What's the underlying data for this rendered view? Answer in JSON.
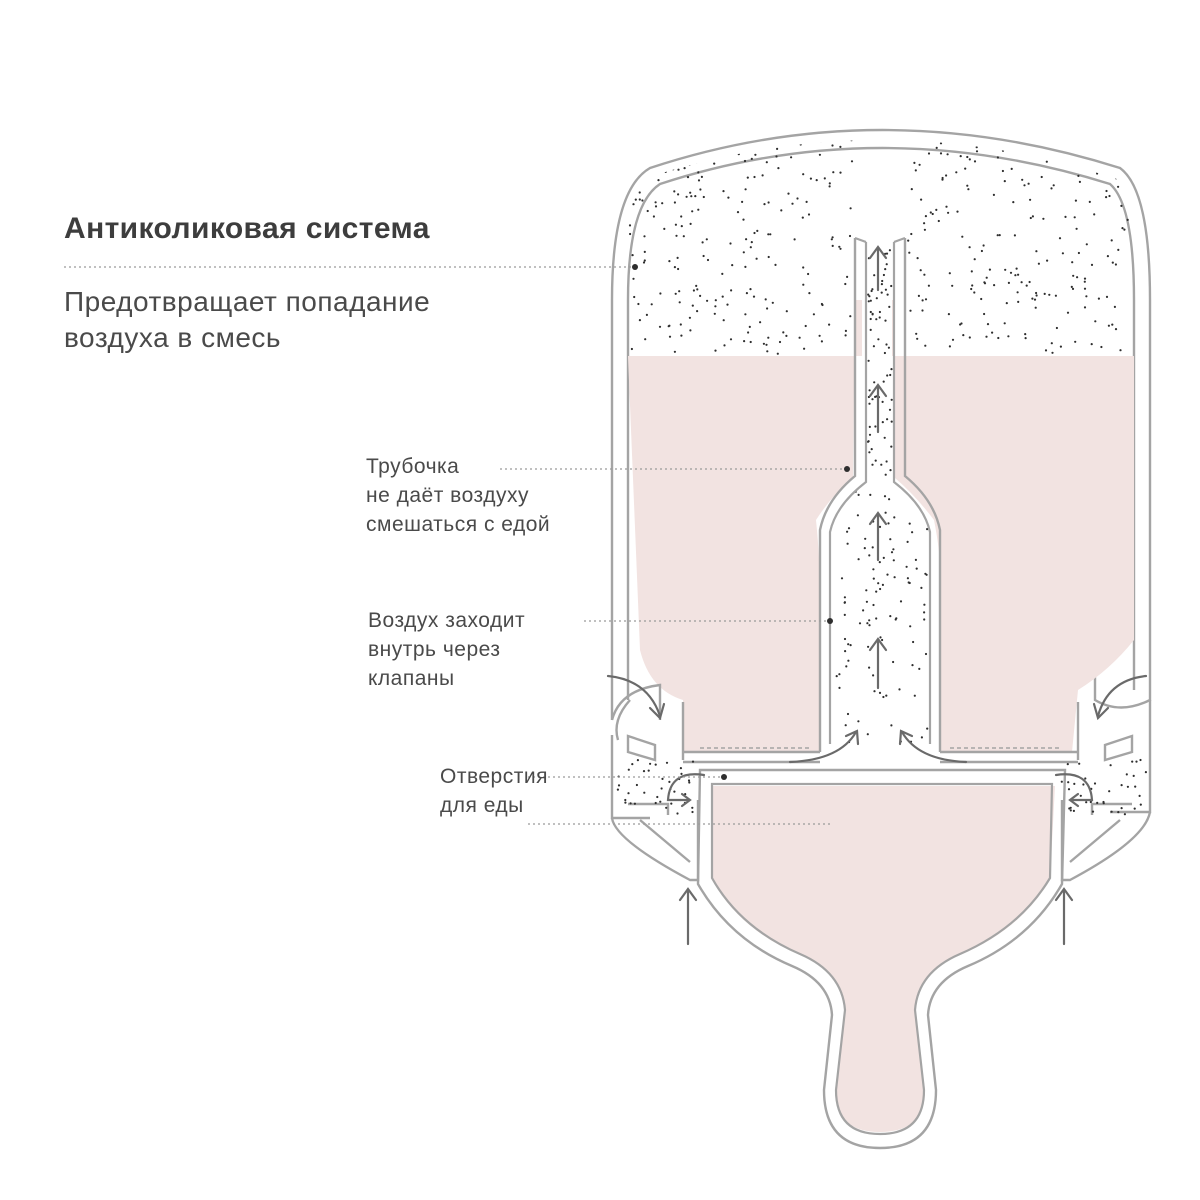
{
  "heading": {
    "title": "Антиколиковая система",
    "subtitle_lines": [
      "Предотвращает попадание",
      "воздуха в смесь"
    ]
  },
  "callouts": {
    "tube": [
      "Трубочка",
      "не даёт воздуху",
      "смешаться с едой"
    ],
    "air_valves": [
      "Воздух заходит",
      "внутрь через",
      "клапаны"
    ],
    "food_holes": [
      "Отверстия",
      "для еды"
    ]
  },
  "colors": {
    "outline": "#9a9a9a",
    "liquid": "#f2e3e1",
    "arrow": "#6a6a6a",
    "text": "#4a4a4a",
    "dots": "#2e2e2e"
  },
  "icons": [
    "arrow-up-icon",
    "curved-arrow-icon"
  ]
}
